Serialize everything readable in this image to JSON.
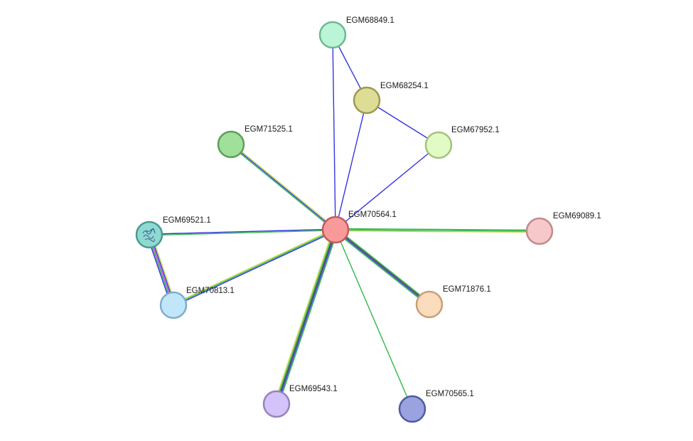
{
  "network": {
    "nodes": [
      {
        "id": "EGM70564.1",
        "label": "EGM70564.1",
        "fill": "#f89a9a",
        "stroke": "#c45a5a",
        "center": true
      },
      {
        "id": "EGM68849.1",
        "label": "EGM68849.1",
        "fill": "#b9f5d6",
        "stroke": "#6fb891"
      },
      {
        "id": "EGM68254.1",
        "label": "EGM68254.1",
        "fill": "#dedd96",
        "stroke": "#9b9a50"
      },
      {
        "id": "EGM67952.1",
        "label": "EGM67952.1",
        "fill": "#e2fbc4",
        "stroke": "#a3c27f"
      },
      {
        "id": "EGM71525.1",
        "label": "EGM71525.1",
        "fill": "#a0e09a",
        "stroke": "#5c9f57"
      },
      {
        "id": "EGM69521.1",
        "label": "EGM69521.1",
        "fill": "#8ed9d2",
        "stroke": "#4a9a92",
        "has_structure": true
      },
      {
        "id": "EGM69089.1",
        "label": "EGM69089.1",
        "fill": "#f7c8c9",
        "stroke": "#c08a8b"
      },
      {
        "id": "EGM70813.1",
        "label": "EGM70813.1",
        "fill": "#c1e6fa",
        "stroke": "#7eaec8"
      },
      {
        "id": "EGM71876.1",
        "label": "EGM71876.1",
        "fill": "#fbdcbd",
        "stroke": "#c79f78"
      },
      {
        "id": "EGM69543.1",
        "label": "EGM69543.1",
        "fill": "#d4c3fa",
        "stroke": "#9683c0"
      },
      {
        "id": "EGM70565.1",
        "label": "EGM70565.1",
        "fill": "#9aa3e0",
        "stroke": "#4f5a9e"
      }
    ],
    "edges": [
      {
        "source": "EGM68849.1",
        "target": "EGM70564.1",
        "colors": [
          "#3535e6"
        ]
      },
      {
        "source": "EGM68849.1",
        "target": "EGM68254.1",
        "colors": [
          "#3535e6"
        ]
      },
      {
        "source": "EGM68254.1",
        "target": "EGM70564.1",
        "colors": [
          "#3535e6"
        ]
      },
      {
        "source": "EGM68254.1",
        "target": "EGM67952.1",
        "colors": [
          "#3535e6"
        ]
      },
      {
        "source": "EGM67952.1",
        "target": "EGM70564.1",
        "colors": [
          "#3535e6"
        ]
      },
      {
        "source": "EGM71525.1",
        "target": "EGM70564.1",
        "colors": [
          "#c8d84a",
          "#3535e6",
          "#2fb84a"
        ]
      },
      {
        "source": "EGM69521.1",
        "target": "EGM70564.1",
        "colors": [
          "#3535e6",
          "#2fb84a"
        ]
      },
      {
        "source": "EGM69089.1",
        "target": "EGM70564.1",
        "colors": [
          "#c8d84a",
          "#2fb84a",
          "#2fb84a"
        ]
      },
      {
        "source": "EGM70813.1",
        "target": "EGM70564.1",
        "colors": [
          "#c8d84a",
          "#2fb84a",
          "#3535e6"
        ]
      },
      {
        "source": "EGM69521.1",
        "target": "EGM70813.1",
        "colors": [
          "#c8d84a",
          "#3535e6",
          "#d64ad6",
          "#2fb84a",
          "#3535e6"
        ]
      },
      {
        "source": "EGM71876.1",
        "target": "EGM70564.1",
        "colors": [
          "#2fb84a",
          "#3535e6",
          "#3a3a3a",
          "#2fb84a"
        ]
      },
      {
        "source": "EGM69543.1",
        "target": "EGM70564.1",
        "colors": [
          "#c8d84a",
          "#2fb84a",
          "#3a3a3a",
          "#3535e6",
          "#2fb84a"
        ]
      },
      {
        "source": "EGM70565.1",
        "target": "EGM70564.1",
        "colors": [
          "#2fb84a"
        ]
      }
    ]
  }
}
